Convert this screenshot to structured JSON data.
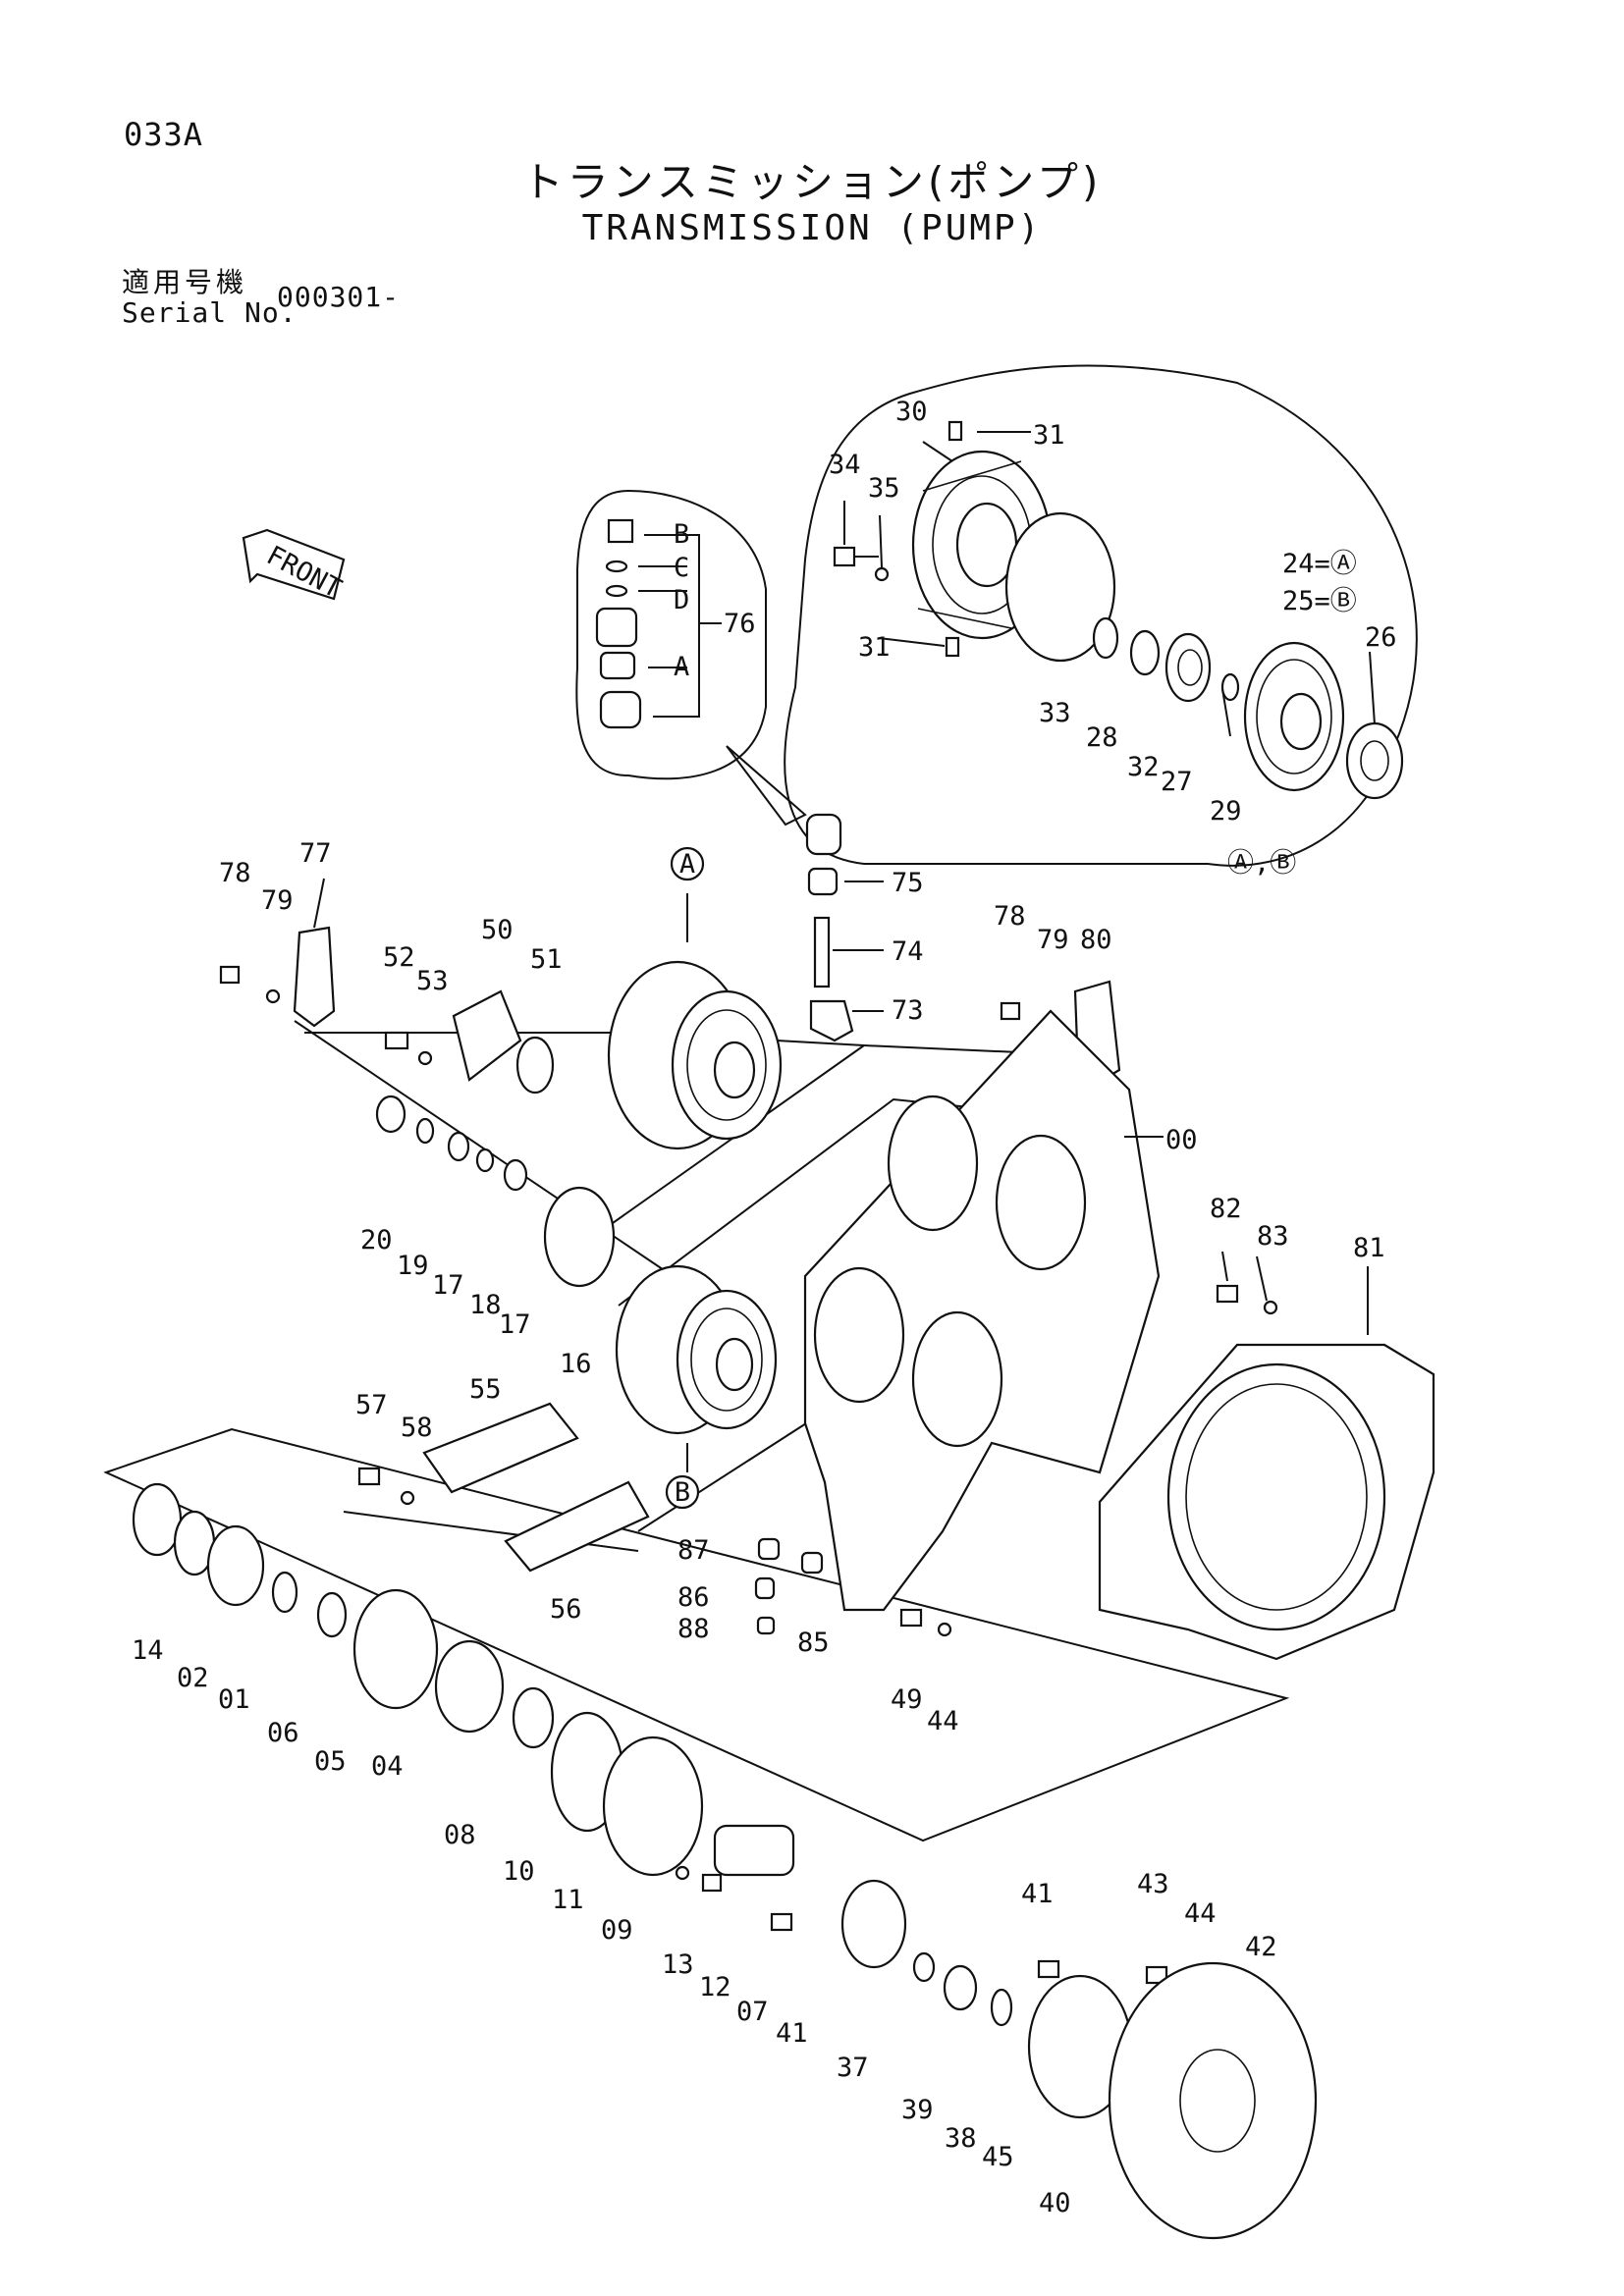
{
  "header": {
    "page_code": "033A",
    "title_jp": "トランスミッション(ポンプ)",
    "title_en": "TRANSMISSION (PUMP)",
    "serial_label_jp": "適用号機",
    "serial_label": "Serial No.",
    "serial_value": "000301-"
  },
  "front_label": "FRONT",
  "callouts": {
    "A": "A",
    "B": "B",
    "AB": "Ⓐ,Ⓑ",
    "eq24": "24=Ⓐ",
    "eq25": "25=Ⓑ"
  },
  "inset_letters": [
    "B",
    "C",
    "D",
    "A"
  ],
  "parts": {
    "p00": "00",
    "p01": "01",
    "p02": "02",
    "p04": "04",
    "p05": "05",
    "p06": "06",
    "p07": "07",
    "p08": "08",
    "p09": "09",
    "p10": "10",
    "p11": "11",
    "p12": "12",
    "p13": "13",
    "p14": "14",
    "p16": "16",
    "p17a": "17",
    "p17b": "17",
    "p18": "18",
    "p19": "19",
    "p20": "20",
    "p26": "26",
    "p27": "27",
    "p28": "28",
    "p29": "29",
    "p30": "30",
    "p31a": "31",
    "p31b": "31",
    "p32": "32",
    "p33": "33",
    "p34": "34",
    "p35": "35",
    "p37": "37",
    "p38": "38",
    "p39": "39",
    "p40": "40",
    "p41a": "41",
    "p41b": "41",
    "p42": "42",
    "p43": "43",
    "p44a": "44",
    "p44b": "44",
    "p45": "45",
    "p49": "49",
    "p50": "50",
    "p51": "51",
    "p52": "52",
    "p53": "53",
    "p55": "55",
    "p56": "56",
    "p57": "57",
    "p58": "58",
    "p73": "73",
    "p74": "74",
    "p75": "75",
    "p76": "76",
    "p77": "77",
    "p78a": "78",
    "p78b": "78",
    "p79a": "79",
    "p79b": "79",
    "p80": "80",
    "p81": "81",
    "p82": "82",
    "p83": "83",
    "p85": "85",
    "p86": "86",
    "p87": "87",
    "p88": "88"
  }
}
